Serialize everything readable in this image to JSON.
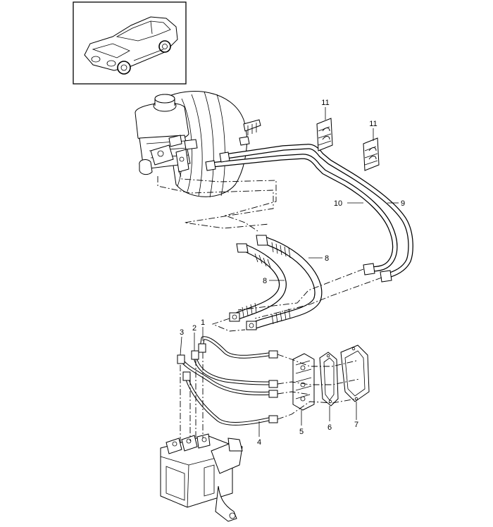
{
  "thumbnail": {
    "subject": "car-thumbnail"
  },
  "callouts": {
    "c1": "1",
    "c2": "2",
    "c3": "3",
    "c4": "4",
    "c5": "5",
    "c6": "6",
    "c7": "7",
    "c8a": "8",
    "c8b": "8",
    "c9": "9",
    "c10": "10",
    "c11a": "11",
    "c11b": "11"
  }
}
